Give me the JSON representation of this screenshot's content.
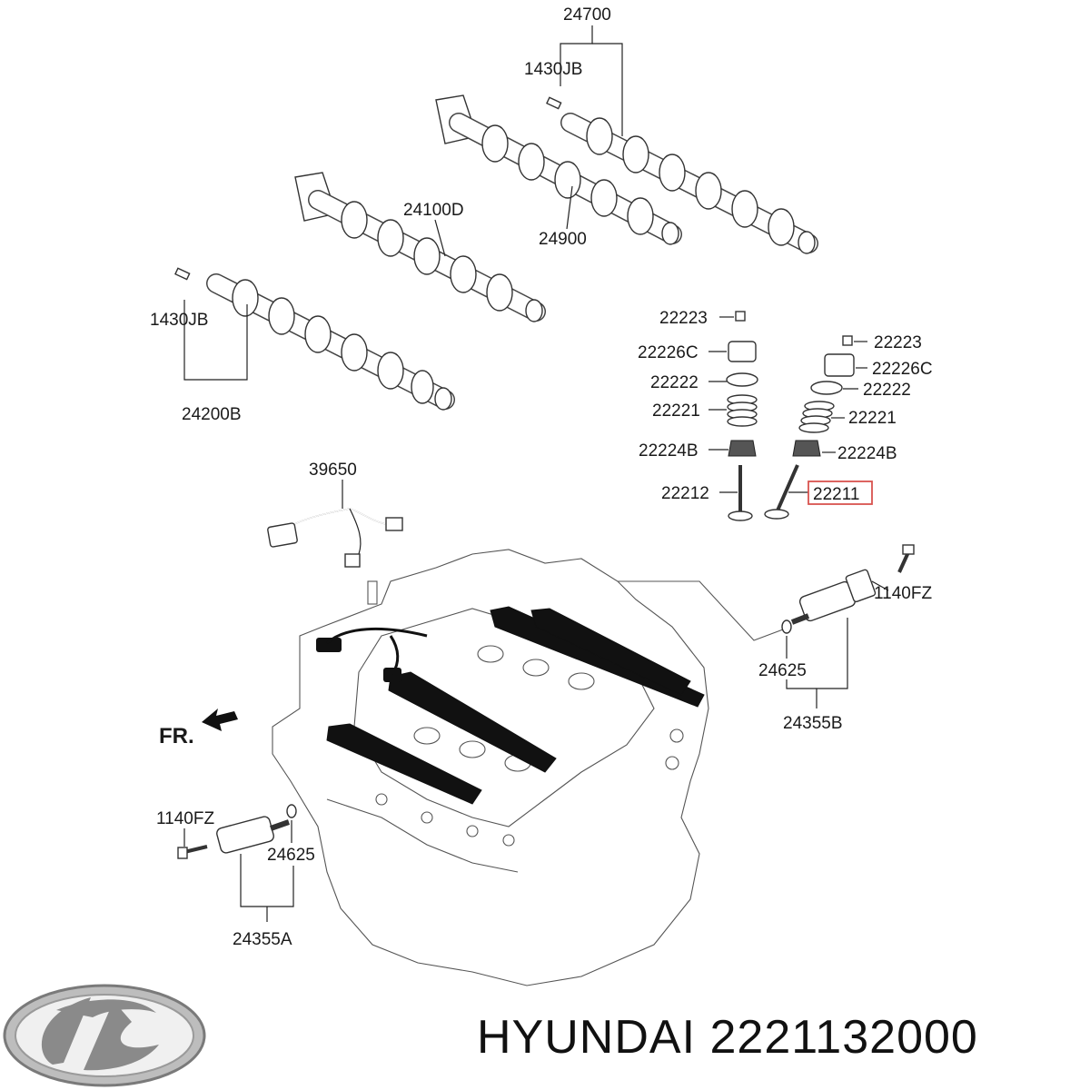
{
  "labels": {
    "l24700": "24700",
    "l1430jb_top": "1430JB",
    "l24100d": "24100D",
    "l24900": "24900",
    "l1430jb_left": "1430JB",
    "l24200b": "24200B",
    "l22223_a": "22223",
    "l22226c_a": "22226C",
    "l22222_a": "22222",
    "l22221_a": "22221",
    "l22224b_a": "22224B",
    "l22212": "22212",
    "l22223_b": "22223",
    "l22226c_b": "22226C",
    "l22222_b": "22222",
    "l22221_b": "22221",
    "l22224b_b": "22224B",
    "l22211": "22211",
    "l39650": "39650",
    "l1140fz_r": "1140FZ",
    "l24625_r": "24625",
    "l24355b": "24355B",
    "l_fr": "FR.",
    "l1140fz_l": "1140FZ",
    "l24625_l": "24625",
    "l24355a": "24355A"
  },
  "highlight_color": "#d9534f",
  "logo": {
    "icon": "hyundai-logo-icon",
    "color": "#8a8a8a"
  },
  "caption": {
    "brand": "HYUNDAI",
    "part_number": "2221132000"
  }
}
